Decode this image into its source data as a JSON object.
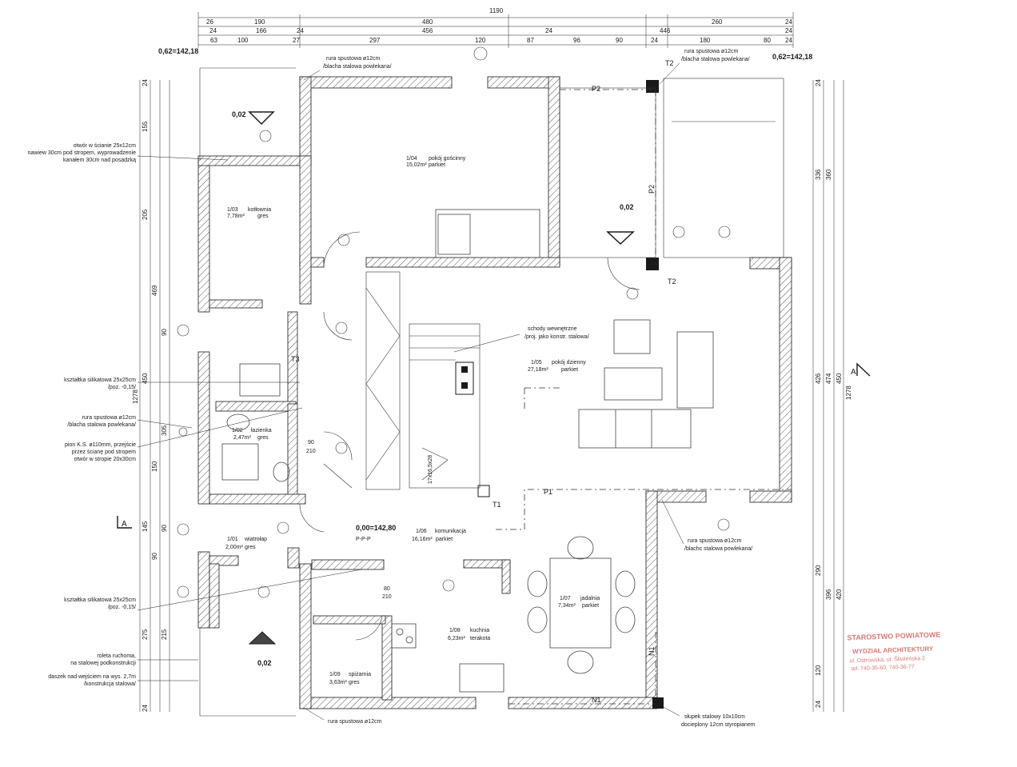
{
  "top_dimensions": {
    "row1": [
      "26",
      "190",
      "480",
      "260",
      "24",
      "1190"
    ],
    "row2": [
      "24",
      "166",
      "24",
      "456",
      "24",
      "446",
      "24"
    ],
    "row3": [
      "63",
      "100",
      "27",
      "297",
      "120",
      "87",
      "96",
      "90",
      "24",
      "180",
      "80",
      "24"
    ]
  },
  "levels": {
    "top_left": "0,62=142,18",
    "top_right": "0,62=142,18",
    "floor_zero": "0,00=142,80",
    "ppp": "P-P-P",
    "terrace_a": "0,02",
    "terrace_b": "0,02",
    "entrance": "0,02"
  },
  "rooms": [
    {
      "id": "1/01",
      "name": "wiatrołap",
      "area": "2,00m²",
      "finish": "gres"
    },
    {
      "id": "1/02",
      "name": "łazienka",
      "area": "2,47m²",
      "finish": "gres"
    },
    {
      "id": "1/03",
      "name": "kotłownia",
      "area": "7,78m²",
      "finish": "gres"
    },
    {
      "id": "1/04",
      "name": "pokój gościnny",
      "area": "15,02m²",
      "finish": "parkiet"
    },
    {
      "id": "1/05",
      "name": "pokój dzienny",
      "area": "27,18m²",
      "finish": "parkiet"
    },
    {
      "id": "1/06",
      "name": "komunikacja",
      "area": "16,16m²",
      "finish": "parkiet"
    },
    {
      "id": "1/07",
      "name": "jadalnia",
      "area": "7,34m²",
      "finish": "parkiet"
    },
    {
      "id": "1/08",
      "name": "kuchnia",
      "area": "6,23m²",
      "finish": "terakota"
    },
    {
      "id": "1/09",
      "name": "spiżarnia",
      "area": "3,63m²",
      "finish": "gres"
    }
  ],
  "notes": {
    "downpipe_top": [
      "rura spustowa ø12cm",
      "/blacha stalowa powlekana/"
    ],
    "downpipe_top_right": [
      "rura spustowa ø12cm",
      "/blacha stalowa powlekana/"
    ],
    "wall_opening": [
      "otwór w ścianie 25x12cm",
      "nawiew 30cm pod stropem, wyprowadzenie",
      "kanałem 30cm nad posadzką"
    ],
    "chimney_1": [
      "kształtka silikatowa 25x25cm",
      "/poz. -0,15/"
    ],
    "downpipe_left": [
      "rura spustowa ø12cm",
      "/blacha stalowa powlekana/"
    ],
    "sewer_riser": [
      "pion K.S. ø110mm, przejście",
      "przez ścianę pod stropem",
      "otwór w stropie 20x30cm"
    ],
    "chimney_2": [
      "kształtka silikatowa 25x25cm",
      "/poz. -0,15/"
    ],
    "roller_shutter": [
      "roleta ruchoma,",
      "na stalowej podkonstrukcji"
    ],
    "canopy": [
      "daszek nad wejściem na wys. 2,7m",
      "/konstrukcja stalowa/"
    ],
    "downpipe_right": [
      "rura spustowa ø12cm",
      "/blachc stalowa powlekana/"
    ],
    "downpipe_bottom": [
      "rura spustowa ø12cm"
    ],
    "steel_post": [
      "słupek stalowy 10x10cm",
      "docieplony 12cm styropianem"
    ],
    "stairs": [
      "schody wewnętrzne",
      "/proj. jako konstr. stalowa/"
    ],
    "stairs_dim": "17x16,5x28"
  },
  "marks": {
    "T1": "T1",
    "T2": "T2",
    "T3": "T3",
    "P1": "P1",
    "P2": "P2",
    "N1": "N1",
    "section": "A"
  },
  "door_tags": [
    "90",
    "210",
    "80",
    "210"
  ],
  "side_dimensions": {
    "left": [
      "24",
      "155",
      "205",
      "469",
      "90",
      "450",
      "1278",
      "305",
      "150",
      "145",
      "90",
      "90",
      "275",
      "215",
      "24"
    ],
    "right": [
      "24",
      "336",
      "360",
      "426",
      "474",
      "450",
      "1278",
      "290",
      "396",
      "420",
      "120",
      "24"
    ]
  },
  "stamp": {
    "line1": "STAROSTWO POWIATOWE",
    "line2": "WYDZIAŁ ARCHITEKTURY",
    "line3": "ul. Ostrowska, ul. Śliwieńska 2",
    "line4": "tel. 740-35-60, 740-36-77"
  },
  "colors": {
    "ink": "#1a1a1a",
    "stamp": "#d97a7a"
  }
}
